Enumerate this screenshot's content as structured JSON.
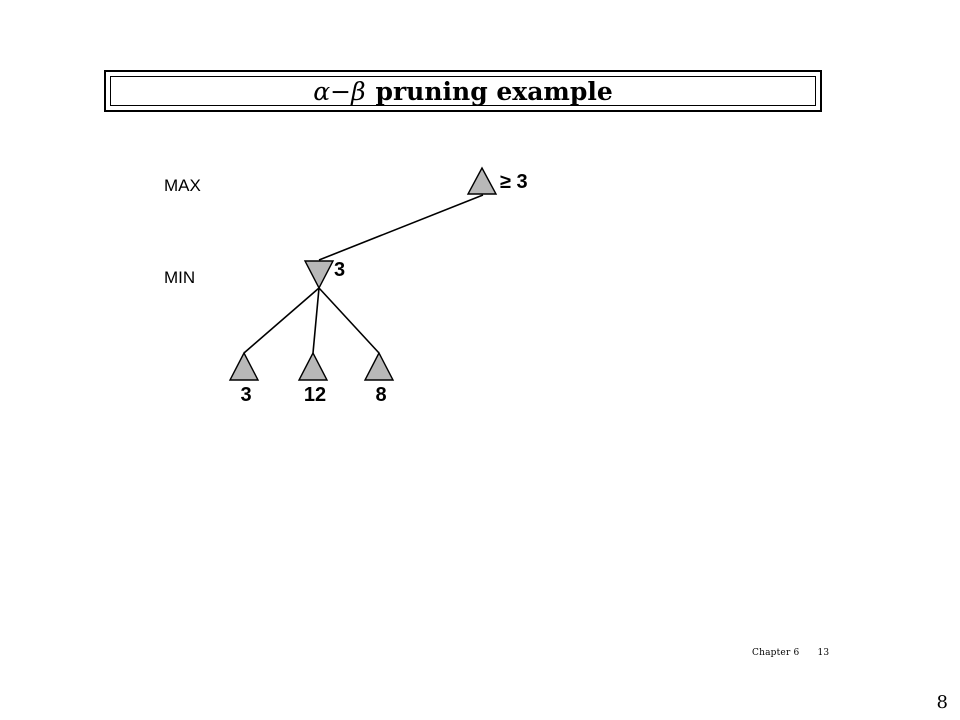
{
  "title": {
    "greek": "α−β",
    "words": "pruning example"
  },
  "levels": {
    "max": "MAX",
    "min": "MIN"
  },
  "nodes": {
    "root_value": "≥ 3",
    "min_value": "3",
    "leaves": [
      "3",
      "12",
      "8"
    ]
  },
  "footer": {
    "chapter": "Chapter 6",
    "slide": "13"
  },
  "page_number": "8",
  "colors": {
    "node_fill": "#b8b8b8",
    "stroke": "#000000"
  }
}
